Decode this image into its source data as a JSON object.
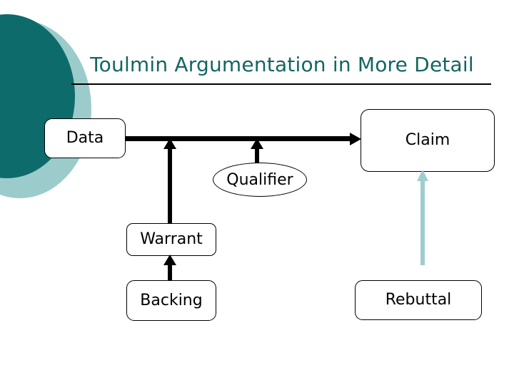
{
  "slide": {
    "title": "Toulmin Argumentation in More Detail",
    "background_color": "#ffffff",
    "title_color": "#136661"
  },
  "decoration": {
    "circle_dark_color": "#0e6b6b",
    "circle_light_color": "#9bcccb"
  },
  "diagram": {
    "type": "flowchart",
    "nodes": [
      {
        "id": "data",
        "label": "Data",
        "shape": "rounded-rectangle"
      },
      {
        "id": "claim",
        "label": "Claim",
        "shape": "rounded-rectangle"
      },
      {
        "id": "qualifier",
        "label": "Qualifier",
        "shape": "ellipse"
      },
      {
        "id": "warrant",
        "label": "Warrant",
        "shape": "rounded-rectangle"
      },
      {
        "id": "backing",
        "label": "Backing",
        "shape": "rounded-rectangle"
      },
      {
        "id": "rebuttal",
        "label": "Rebuttal",
        "shape": "rounded-rectangle"
      }
    ],
    "edges": [
      {
        "from": "data",
        "to": "claim",
        "style": "solid-thick",
        "color": "#000000",
        "direction": "right"
      },
      {
        "from": "warrant",
        "to": "claim",
        "style": "solid-thick",
        "color": "#000000",
        "direction": "up"
      },
      {
        "from": "qualifier",
        "to": "claim",
        "style": "solid-thick",
        "color": "#000000",
        "direction": "up"
      },
      {
        "from": "backing",
        "to": "warrant",
        "style": "solid-thick",
        "color": "#000000",
        "direction": "up"
      },
      {
        "from": "rebuttal",
        "to": "claim",
        "style": "solid",
        "color": "#9ecdd0",
        "direction": "up"
      }
    ]
  }
}
